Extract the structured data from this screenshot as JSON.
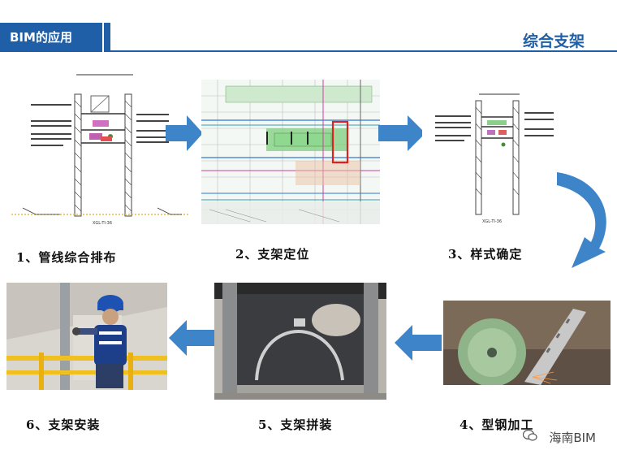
{
  "header": {
    "tab_label": "BIM的应用",
    "title": "综合支架"
  },
  "steps": [
    {
      "label": "1、管线综合排布"
    },
    {
      "label": "2、支架定位"
    },
    {
      "label": "3、样式确定"
    },
    {
      "label": "4、型钢加工"
    },
    {
      "label": "5、支架拼装"
    },
    {
      "label": "6、支架安装"
    }
  ],
  "drawing1": {
    "caption": "XGL-TI-36"
  },
  "drawing3": {
    "caption": "XGL-TI-36"
  },
  "watermark": {
    "text": "海南BIM"
  },
  "colors": {
    "accent": "#1f5fa8",
    "arrow": "#3d84c8"
  }
}
